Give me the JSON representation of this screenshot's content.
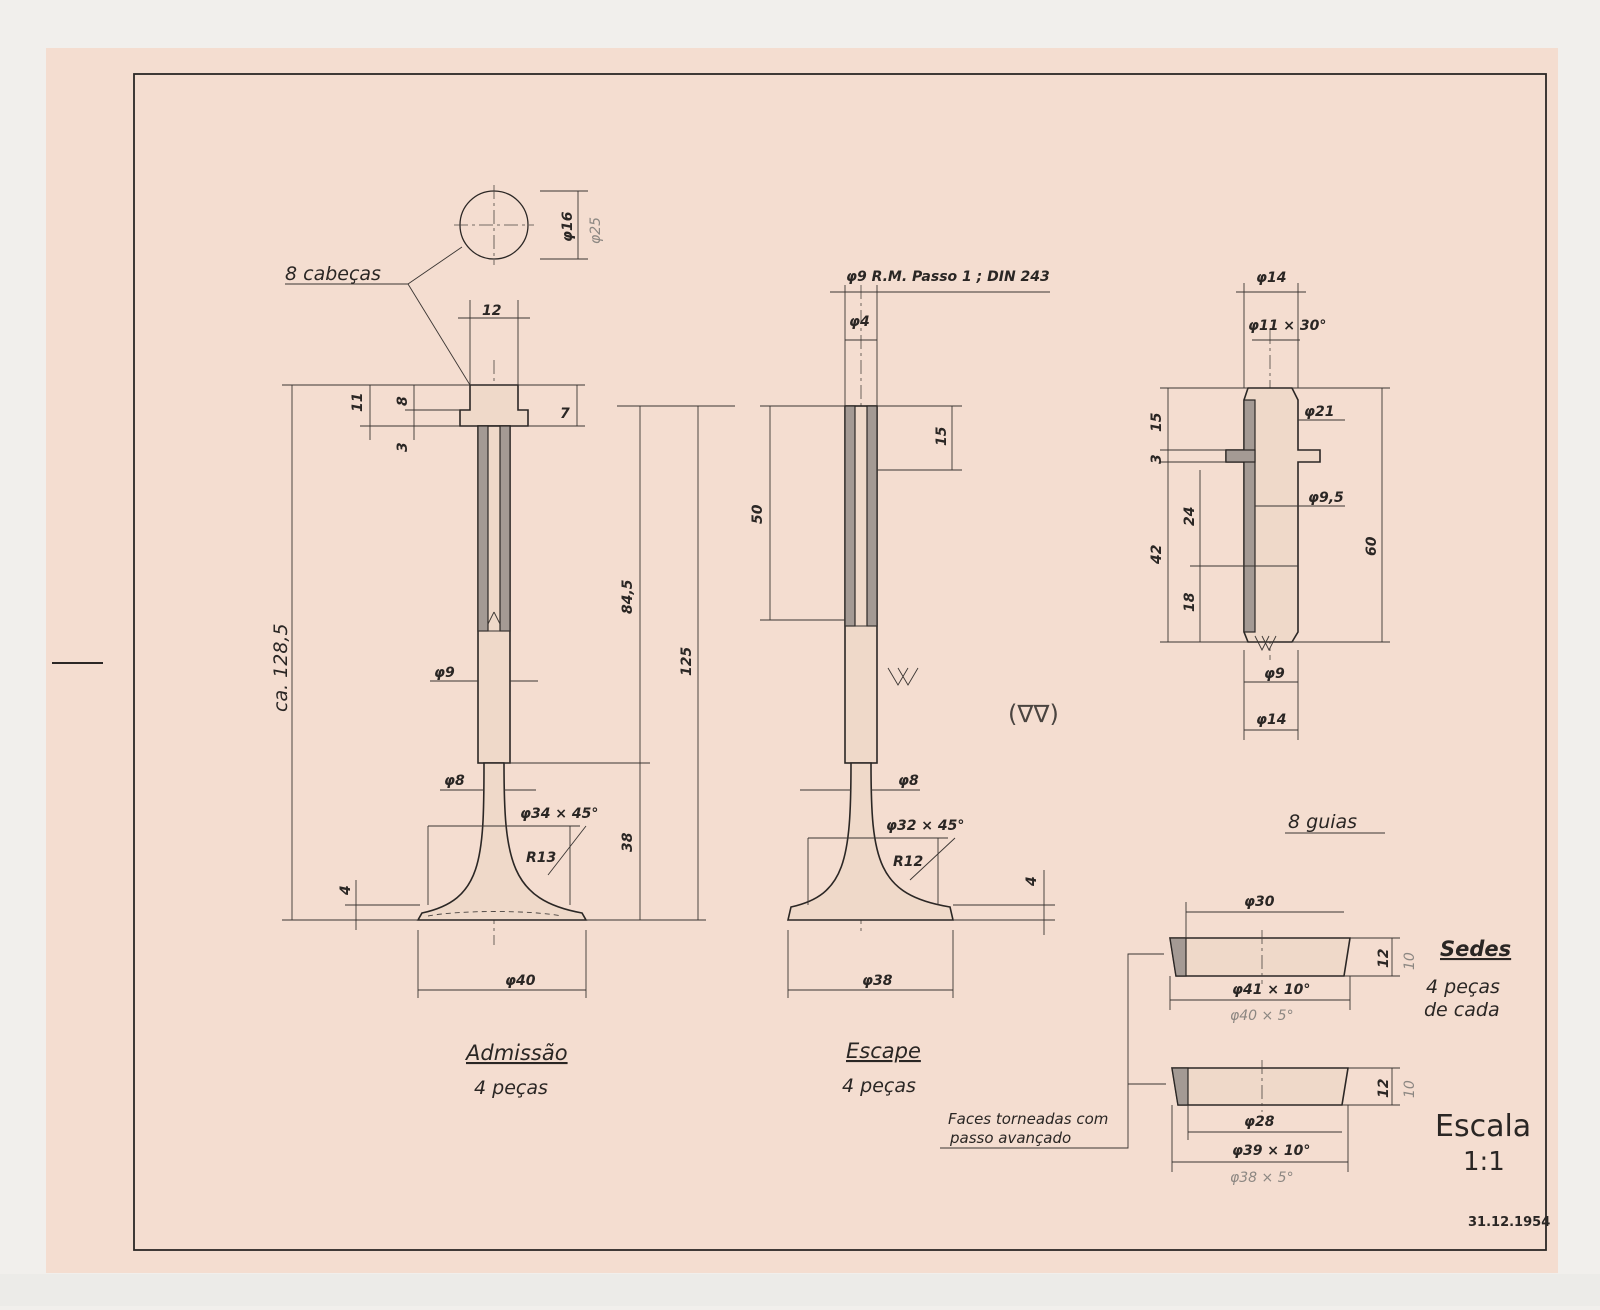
{
  "date": "31.12.1954",
  "scale": {
    "label": "Escala",
    "value": "1:1"
  },
  "admissao": {
    "title": "Admissão",
    "qty": "4 peças",
    "callout": "8 cabeças",
    "dims": {
      "head_dia": "φ16",
      "head_dia_pencil": "φ25",
      "cap_width": "12",
      "d11": "11",
      "d8": "8",
      "d3": "3",
      "d7": "7",
      "overall": "ca. 128,5",
      "d84": "84,5",
      "d125": "125",
      "d38": "38",
      "d4": "4",
      "stem": "φ9",
      "neck": "φ8",
      "seat": "φ34 × 45°",
      "radius": "R13",
      "disc": "φ40"
    }
  },
  "escape": {
    "title": "Escape",
    "qty": "4 peças",
    "dims": {
      "thread": "φ9 R.M. Passo 1 ; DIN 243",
      "bore": "φ4",
      "d15": "15",
      "d50": "50",
      "neck": "φ8",
      "seat": "φ32 × 45°",
      "radius": "R12",
      "d4": "4",
      "disc": "φ38"
    }
  },
  "guias": {
    "title": "8 guias",
    "dims": {
      "top": "φ14",
      "chamfer": "φ11 × 30°",
      "flange": "φ21",
      "bore": "φ9,5",
      "bottom_bore": "φ9",
      "bottom": "φ14",
      "d15": "15",
      "d3": "3",
      "d42": "42",
      "d24": "24",
      "d18": "18",
      "d60": "60"
    }
  },
  "sedes": {
    "title": "Sedes",
    "qty1": "4 peças",
    "qty2": "de cada",
    "note1": "Faces torneadas com",
    "note2": "passo avançado",
    "seat1": {
      "inner": "φ30",
      "outer": "φ41 × 10°",
      "outer_pencil": "φ40 × 5°",
      "h": "12",
      "h_pencil": "10"
    },
    "seat2": {
      "inner": "φ28",
      "outer": "φ39 × 10°",
      "outer_pencil": "φ38 × 5°",
      "h": "12",
      "h_pencil": "10"
    }
  },
  "finish_symbol": "(∇∇)"
}
